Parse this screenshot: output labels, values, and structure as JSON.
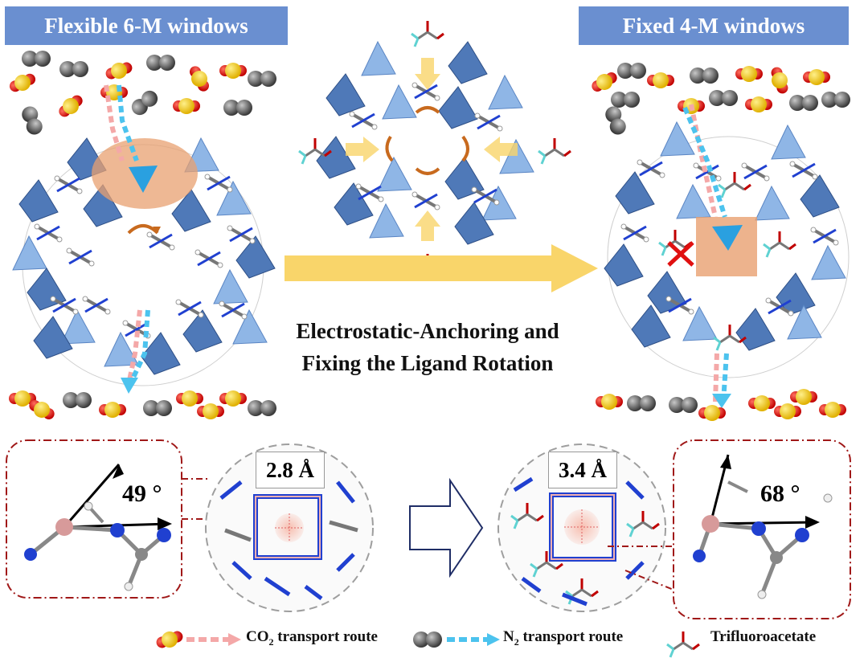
{
  "banners": {
    "left": "Flexible 6-M windows",
    "right": "Fixed 4-M windows"
  },
  "caption": {
    "line1": "Electrostatic-Anchoring and",
    "line2": "Fixing the Ligand Rotation"
  },
  "insets": {
    "left_angle": "49 °",
    "right_angle": "68 °",
    "left_distance": "2.8 Å",
    "right_distance": "3.4 Å"
  },
  "legend": {
    "co2_prefix": "CO",
    "co2_sub": "2",
    "co2_suffix": " transport route",
    "n2_prefix": "N",
    "n2_sub": "2",
    "n2_suffix": " transport route",
    "anion": "Trifluoroacetate"
  },
  "colors": {
    "banner": "#6a8fd0",
    "arrow_yellow": "#f9d56a",
    "co2_route": "#f4a8a8",
    "n2_route": "#4cc3ee",
    "window_highlight": "#e8a070",
    "inset_border": "#a01818",
    "cross": "#e01010",
    "tetrahedron_dark": "#4f79b8",
    "tetrahedron_light": "#8fb6e6"
  }
}
